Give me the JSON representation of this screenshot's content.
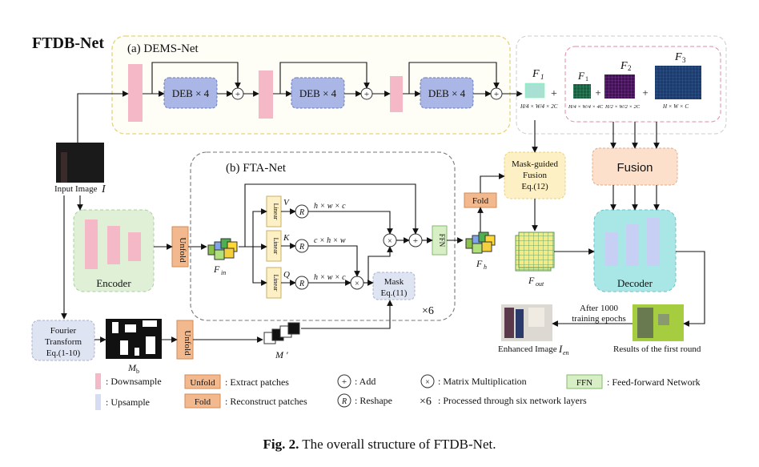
{
  "title": "FTDB-Net",
  "dems": {
    "label": "(a) DEMS-Net",
    "deb": "DEB × 4",
    "f1_label": "F",
    "f1_sub": "1",
    "f1_dims": "H/4 × W/4 × 2C",
    "f1b_label": "F",
    "f1b_sub": "1",
    "f1b_dims": "H/4 × W/4 × 4C",
    "f2_label": "F",
    "f2_sub": "2",
    "f2_dims": "H/2 × W/2 × 2C",
    "f3_label": "F",
    "f3_sub": "3",
    "f3_dims": "H × W × C",
    "plus": "+"
  },
  "fta": {
    "label": "(b) FTA-Net",
    "linear": "Linear",
    "v": "V",
    "k": "K",
    "q": "Q",
    "dim_v": "h × w × c",
    "dim_k": "c × h × w",
    "dim_q": "h × w × c",
    "reshape": "R",
    "ffn": "FFN",
    "mask": "Mask",
    "mask_eq": "Eq.(11)",
    "repeat": "×6",
    "fin_label": "F",
    "fin_sub": "in",
    "fh_label": "F",
    "fh_sub": "h"
  },
  "left": {
    "input_label": "Input Image",
    "input_symbol": "I",
    "encoder": "Encoder",
    "unfold": "Unfold",
    "fourier_l1": "Fourier",
    "fourier_l2": "Transform",
    "fourier_l3": "Eq.(1-10)",
    "mb_label": "M",
    "mb_sub": "b",
    "mprime": "M ′"
  },
  "right": {
    "fold": "Fold",
    "mgf_l1": "Mask-guided",
    "mgf_l2": "Fusion",
    "mgf_l3": "Eq.(12)",
    "fusion": "Fusion",
    "fout_label": "F",
    "fout_sub": "out",
    "decoder": "Decoder",
    "after_l1": "After 1000",
    "after_l2": "training epochs",
    "enhanced_label": "Enhanced Image",
    "enhanced_symbol": "I",
    "enhanced_sub": "en",
    "first_round": "Results of the first round"
  },
  "legend": {
    "downsample": ": Downsample",
    "upsample": ": Upsample",
    "unfold_key": "Unfold",
    "unfold_desc": ": Extract patches",
    "fold_key": "Fold",
    "fold_desc": ": Reconstruct patches",
    "add_desc": ": Add",
    "reshape_desc": ": Reshape",
    "matmul_desc": ": Matrix Multiplication",
    "six_key": "×6",
    "six_desc": ": Processed through six network layers",
    "ffn_key": "FFN",
    "ffn_desc": ": Feed-forward Network"
  },
  "caption_bold": "Fig. 2.",
  "caption_text": " The overall structure of FTDB-Net.",
  "colors": {
    "pink": "#f4b8c6",
    "blue_block": "#aab6e6",
    "orange": "#f3b98e",
    "green_ffn": "#d8efc6",
    "cream": "#fdf0c4",
    "peach": "#fde0cc",
    "teal": "#a9e6e6",
    "encoder_bg": "#dff0d6",
    "fourier_bg": "#dfe4f2"
  }
}
